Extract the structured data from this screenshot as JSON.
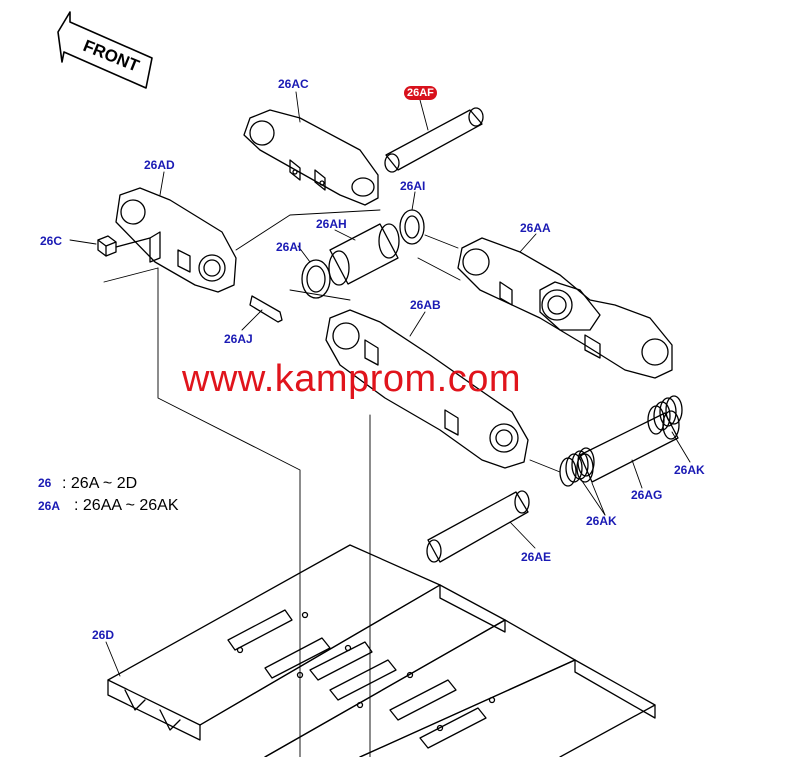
{
  "front_label": "FRONT",
  "watermark": "www.kamprom.com",
  "callouts": {
    "c26AC": "26AC",
    "c26AF": "26AF",
    "c26AD": "26AD",
    "c26AI_top": "26AI",
    "c26C": "26C",
    "c26AH": "26AH",
    "c26AI_left": "26AI",
    "c26AA": "26AA",
    "c26AJ": "26AJ",
    "c26AB": "26AB",
    "c26AK_right": "26AK",
    "c26AG": "26AG",
    "c26AK_bottom": "26AK",
    "c26AE": "26AE",
    "c26D": "26D"
  },
  "legend": [
    {
      "code": "26",
      "text": ": 26A ~ 2D"
    },
    {
      "code": "26A",
      "text": ": 26AA ~ 26AK"
    }
  ],
  "colors": {
    "callout": "#1a1ab4",
    "highlight": "#d8111c",
    "watermark": "#e0141c",
    "line_art": "#000000"
  }
}
